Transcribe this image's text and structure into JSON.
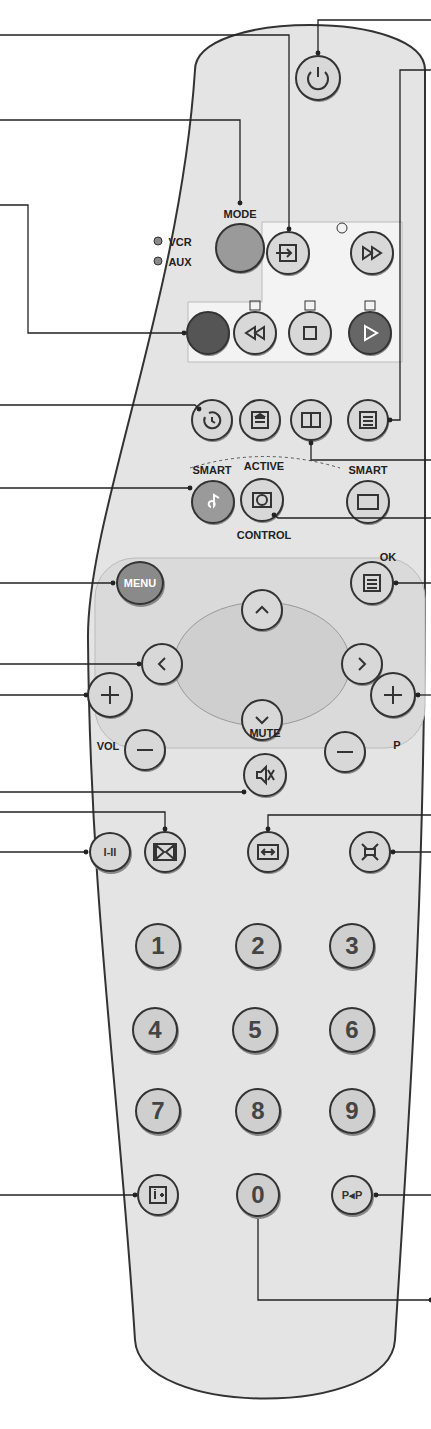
{
  "diagram": {
    "nodes": [
      {
        "text": [
          "MENU"
        ]
      },
      {
        "text": [
          "I-II"
        ]
      },
      {
        "text": [
          "1"
        ]
      },
      {
        "text": [
          "2"
        ]
      },
      {
        "text": [
          "3"
        ]
      },
      {
        "text": [
          "4"
        ]
      },
      {
        "text": [
          "5"
        ]
      },
      {
        "text": [
          "6"
        ]
      },
      {
        "text": [
          "7"
        ]
      },
      {
        "text": [
          "8"
        ]
      },
      {
        "text": [
          "9"
        ]
      },
      {
        "text": [
          "0"
        ]
      },
      {
        "text": [
          "P◂P"
        ]
      }
    ],
    "labels": [
      "VCR",
      "AUX",
      "MODE",
      "SMART",
      "ACTIVE",
      "SMART",
      "CONTROL",
      "OK",
      "VOL",
      "MUTE",
      "P"
    ]
  }
}
